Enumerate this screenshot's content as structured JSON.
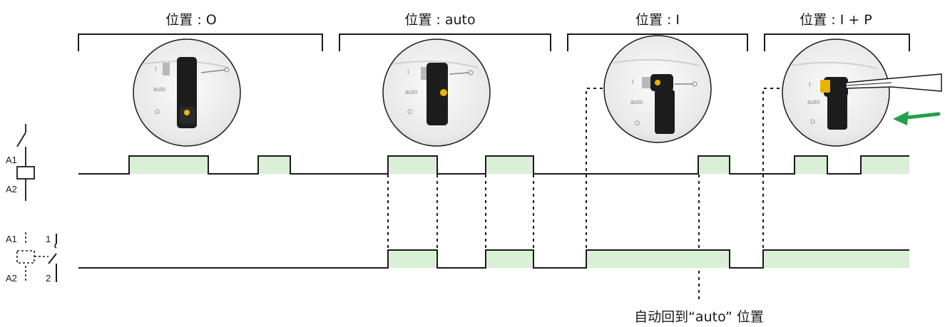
{
  "sections": [
    {
      "title": "位置 : O",
      "knob_labels": [
        "I",
        "auto",
        "O"
      ]
    },
    {
      "title": "位置 : auto",
      "knob_labels": [
        "I",
        "auto",
        "O"
      ]
    },
    {
      "title": "位置 : I",
      "knob_labels": [
        "I",
        "auto",
        "O"
      ]
    },
    {
      "title": "位置 : I + P",
      "knob_labels": [
        "I",
        "auto",
        "O"
      ]
    }
  ],
  "symbols": {
    "coil": {
      "terminal_top": "A1",
      "terminal_bottom": "A2"
    },
    "contact": {
      "terminal_top": "A1",
      "terminal_bottom": "A2",
      "pole_top": "1",
      "pole_bottom": "2"
    }
  },
  "note": "自动回到“auto” 位置",
  "colors": {
    "signal_fill": "#d9efd6",
    "line": "#1a1a1a",
    "arrow": "#22a04a",
    "knob_highlight": "#e8b400"
  }
}
